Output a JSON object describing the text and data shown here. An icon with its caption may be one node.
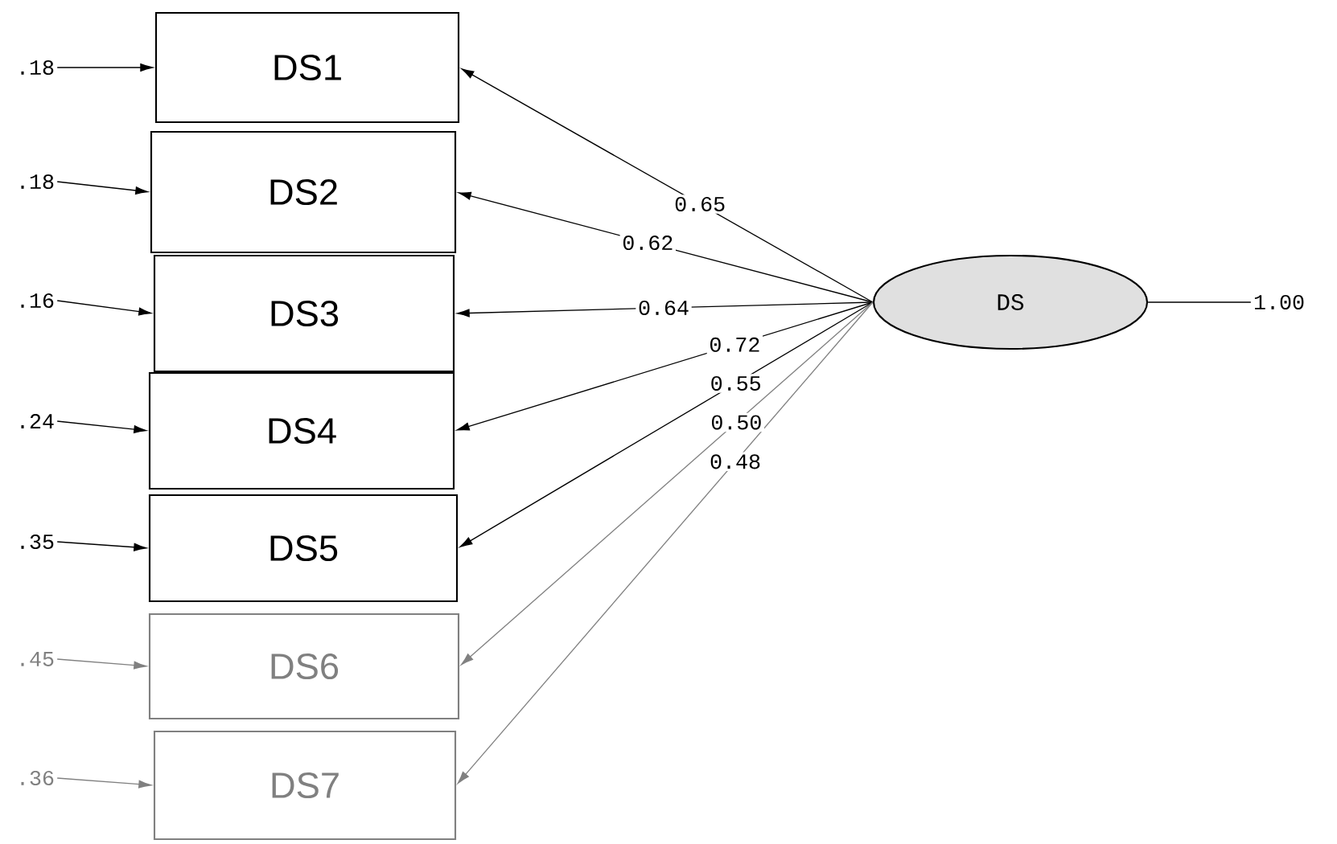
{
  "diagram": {
    "nodes": [
      {
        "text": [
          "DS1"
        ]
      },
      {
        "text": [
          "DS2"
        ]
      },
      {
        "text": [
          "DS3"
        ]
      },
      {
        "text": [
          "DS4"
        ]
      },
      {
        "text": [
          "DS5"
        ]
      },
      {
        "text": [
          "DS6"
        ]
      },
      {
        "text": [
          "DS7"
        ]
      },
      {
        "text": [
          "DS"
        ]
      },
      {
        "text": [
          ".18"
        ]
      },
      {
        "text": [
          ".18"
        ]
      },
      {
        "text": [
          ".16"
        ]
      },
      {
        "text": [
          ".24"
        ]
      },
      {
        "text": [
          ".35"
        ]
      },
      {
        "text": [
          ".45"
        ]
      },
      {
        "text": [
          ".36"
        ]
      },
      {
        "text": [
          "1.00"
        ]
      }
    ],
    "edges": [
      {
        "from": 7,
        "to": 0,
        "arrow": "to",
        "label": "0.65"
      },
      {
        "from": 7,
        "to": 1,
        "arrow": "to",
        "label": "0.62"
      },
      {
        "from": 7,
        "to": 2,
        "arrow": "to",
        "label": "0.64"
      },
      {
        "from": 7,
        "to": 3,
        "arrow": "to",
        "label": "0.72"
      },
      {
        "from": 7,
        "to": 4,
        "arrow": "to",
        "label": "0.55"
      },
      {
        "from": 7,
        "to": 5,
        "arrow": "to",
        "label": "0.50",
        "color": "#808080"
      },
      {
        "from": 7,
        "to": 6,
        "arrow": "to",
        "label": "0.48",
        "color": "#808080"
      },
      {
        "from": 8,
        "to": 0,
        "arrow": "to"
      },
      {
        "from": 9,
        "to": 1,
        "arrow": "to"
      },
      {
        "from": 10,
        "to": 2,
        "arrow": "to"
      },
      {
        "from": 11,
        "to": 3,
        "arrow": "to"
      },
      {
        "from": 12,
        "to": 4,
        "arrow": "to"
      },
      {
        "from": 13,
        "to": 5,
        "arrow": "to",
        "color": "#808080"
      },
      {
        "from": 14,
        "to": 6,
        "arrow": "to",
        "color": "#808080"
      },
      {
        "from": 7,
        "to": 15,
        "arrow": "none"
      }
    ]
  }
}
